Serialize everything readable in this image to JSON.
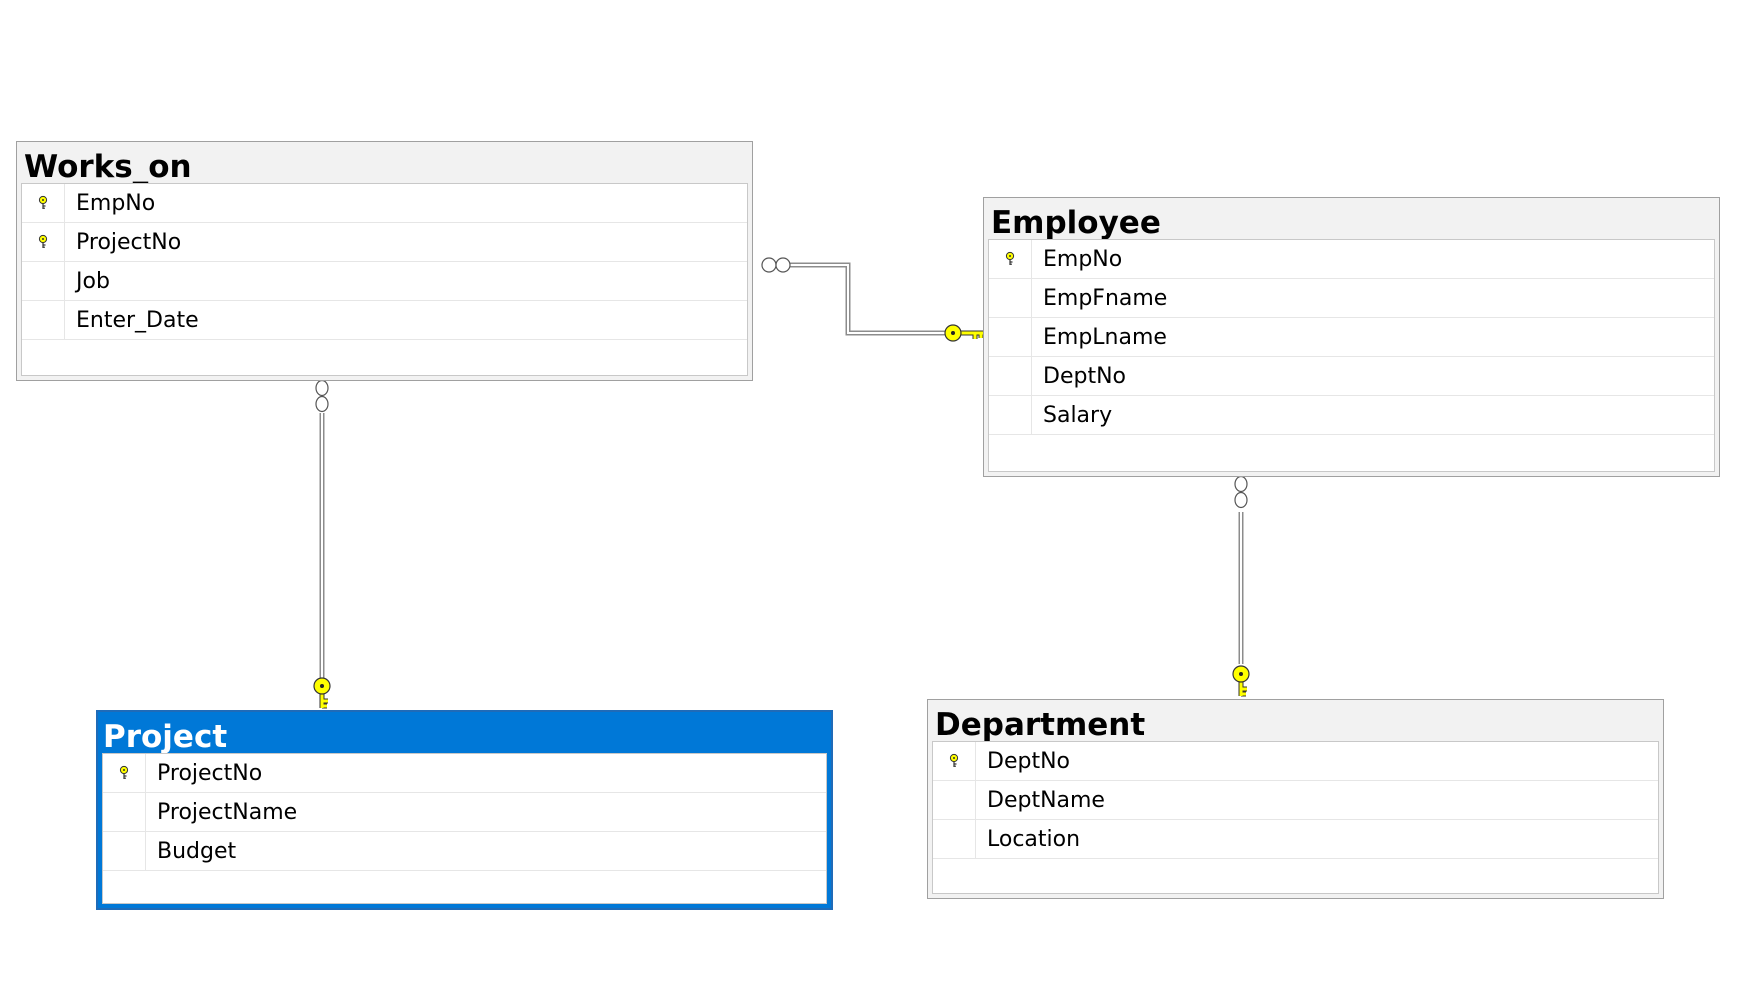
{
  "diagram": {
    "tables": [
      {
        "id": "works_on",
        "title": "Works_on",
        "selected": false,
        "columns": [
          {
            "name": "EmpNo",
            "primary_key": true
          },
          {
            "name": "ProjectNo",
            "primary_key": true
          },
          {
            "name": "Job",
            "primary_key": false
          },
          {
            "name": "Enter_Date",
            "primary_key": false
          }
        ]
      },
      {
        "id": "employee",
        "title": "Employee",
        "selected": false,
        "columns": [
          {
            "name": "EmpNo",
            "primary_key": true
          },
          {
            "name": "EmpFname",
            "primary_key": false
          },
          {
            "name": "EmpLname",
            "primary_key": false
          },
          {
            "name": "DeptNo",
            "primary_key": false
          },
          {
            "name": "Salary",
            "primary_key": false
          }
        ]
      },
      {
        "id": "project",
        "title": "Project",
        "selected": true,
        "columns": [
          {
            "name": "ProjectNo",
            "primary_key": true
          },
          {
            "name": "ProjectName",
            "primary_key": false
          },
          {
            "name": "Budget",
            "primary_key": false
          }
        ]
      },
      {
        "id": "department",
        "title": "Department",
        "selected": false,
        "columns": [
          {
            "name": "DeptNo",
            "primary_key": true
          },
          {
            "name": "DeptName",
            "primary_key": false
          },
          {
            "name": "Location",
            "primary_key": false
          }
        ]
      }
    ],
    "relationships": [
      {
        "from": "works_on",
        "to": "employee",
        "many_end": "works_on",
        "one_end": "employee"
      },
      {
        "from": "works_on",
        "to": "project",
        "many_end": "works_on",
        "one_end": "project"
      },
      {
        "from": "employee",
        "to": "department",
        "many_end": "employee",
        "one_end": "department"
      }
    ],
    "colors": {
      "selected_header": "#0078d7",
      "header": "#f2f2f2",
      "key_icon": "#ffff00",
      "connector": "#8c8c8c"
    },
    "icons": {
      "primary_key": "key-icon",
      "relationship_one": "key-icon",
      "relationship_many": "infinity-icon"
    }
  }
}
